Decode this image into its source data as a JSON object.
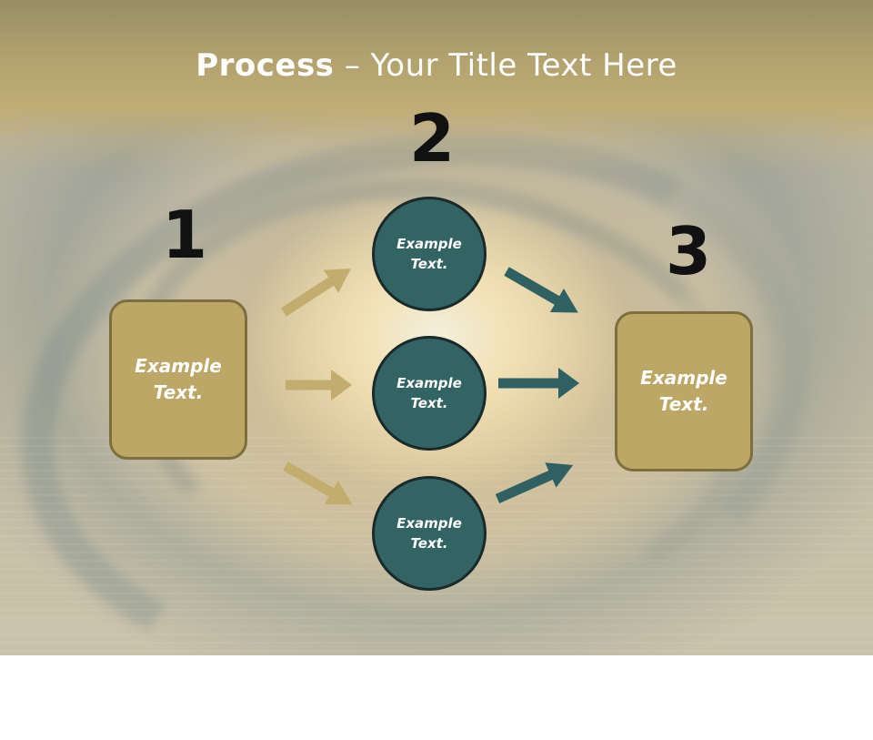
{
  "slide": {
    "title_bold": "Process",
    "title_rest": " – Your Title Text Here"
  },
  "steps": {
    "step1": {
      "number": "1",
      "text": "Example Text."
    },
    "step2": {
      "number": "2",
      "circles": [
        {
          "text": "Example Text."
        },
        {
          "text": "Example Text."
        },
        {
          "text": "Example Text."
        }
      ]
    },
    "step3": {
      "number": "3",
      "text": "Example Text."
    }
  },
  "colors": {
    "box_fill": "#bca766",
    "box_border": "#7e6f3f",
    "circle_fill": "#336464",
    "gold_arrow": "#c2ad6f",
    "teal_arrow": "#2f6163"
  }
}
